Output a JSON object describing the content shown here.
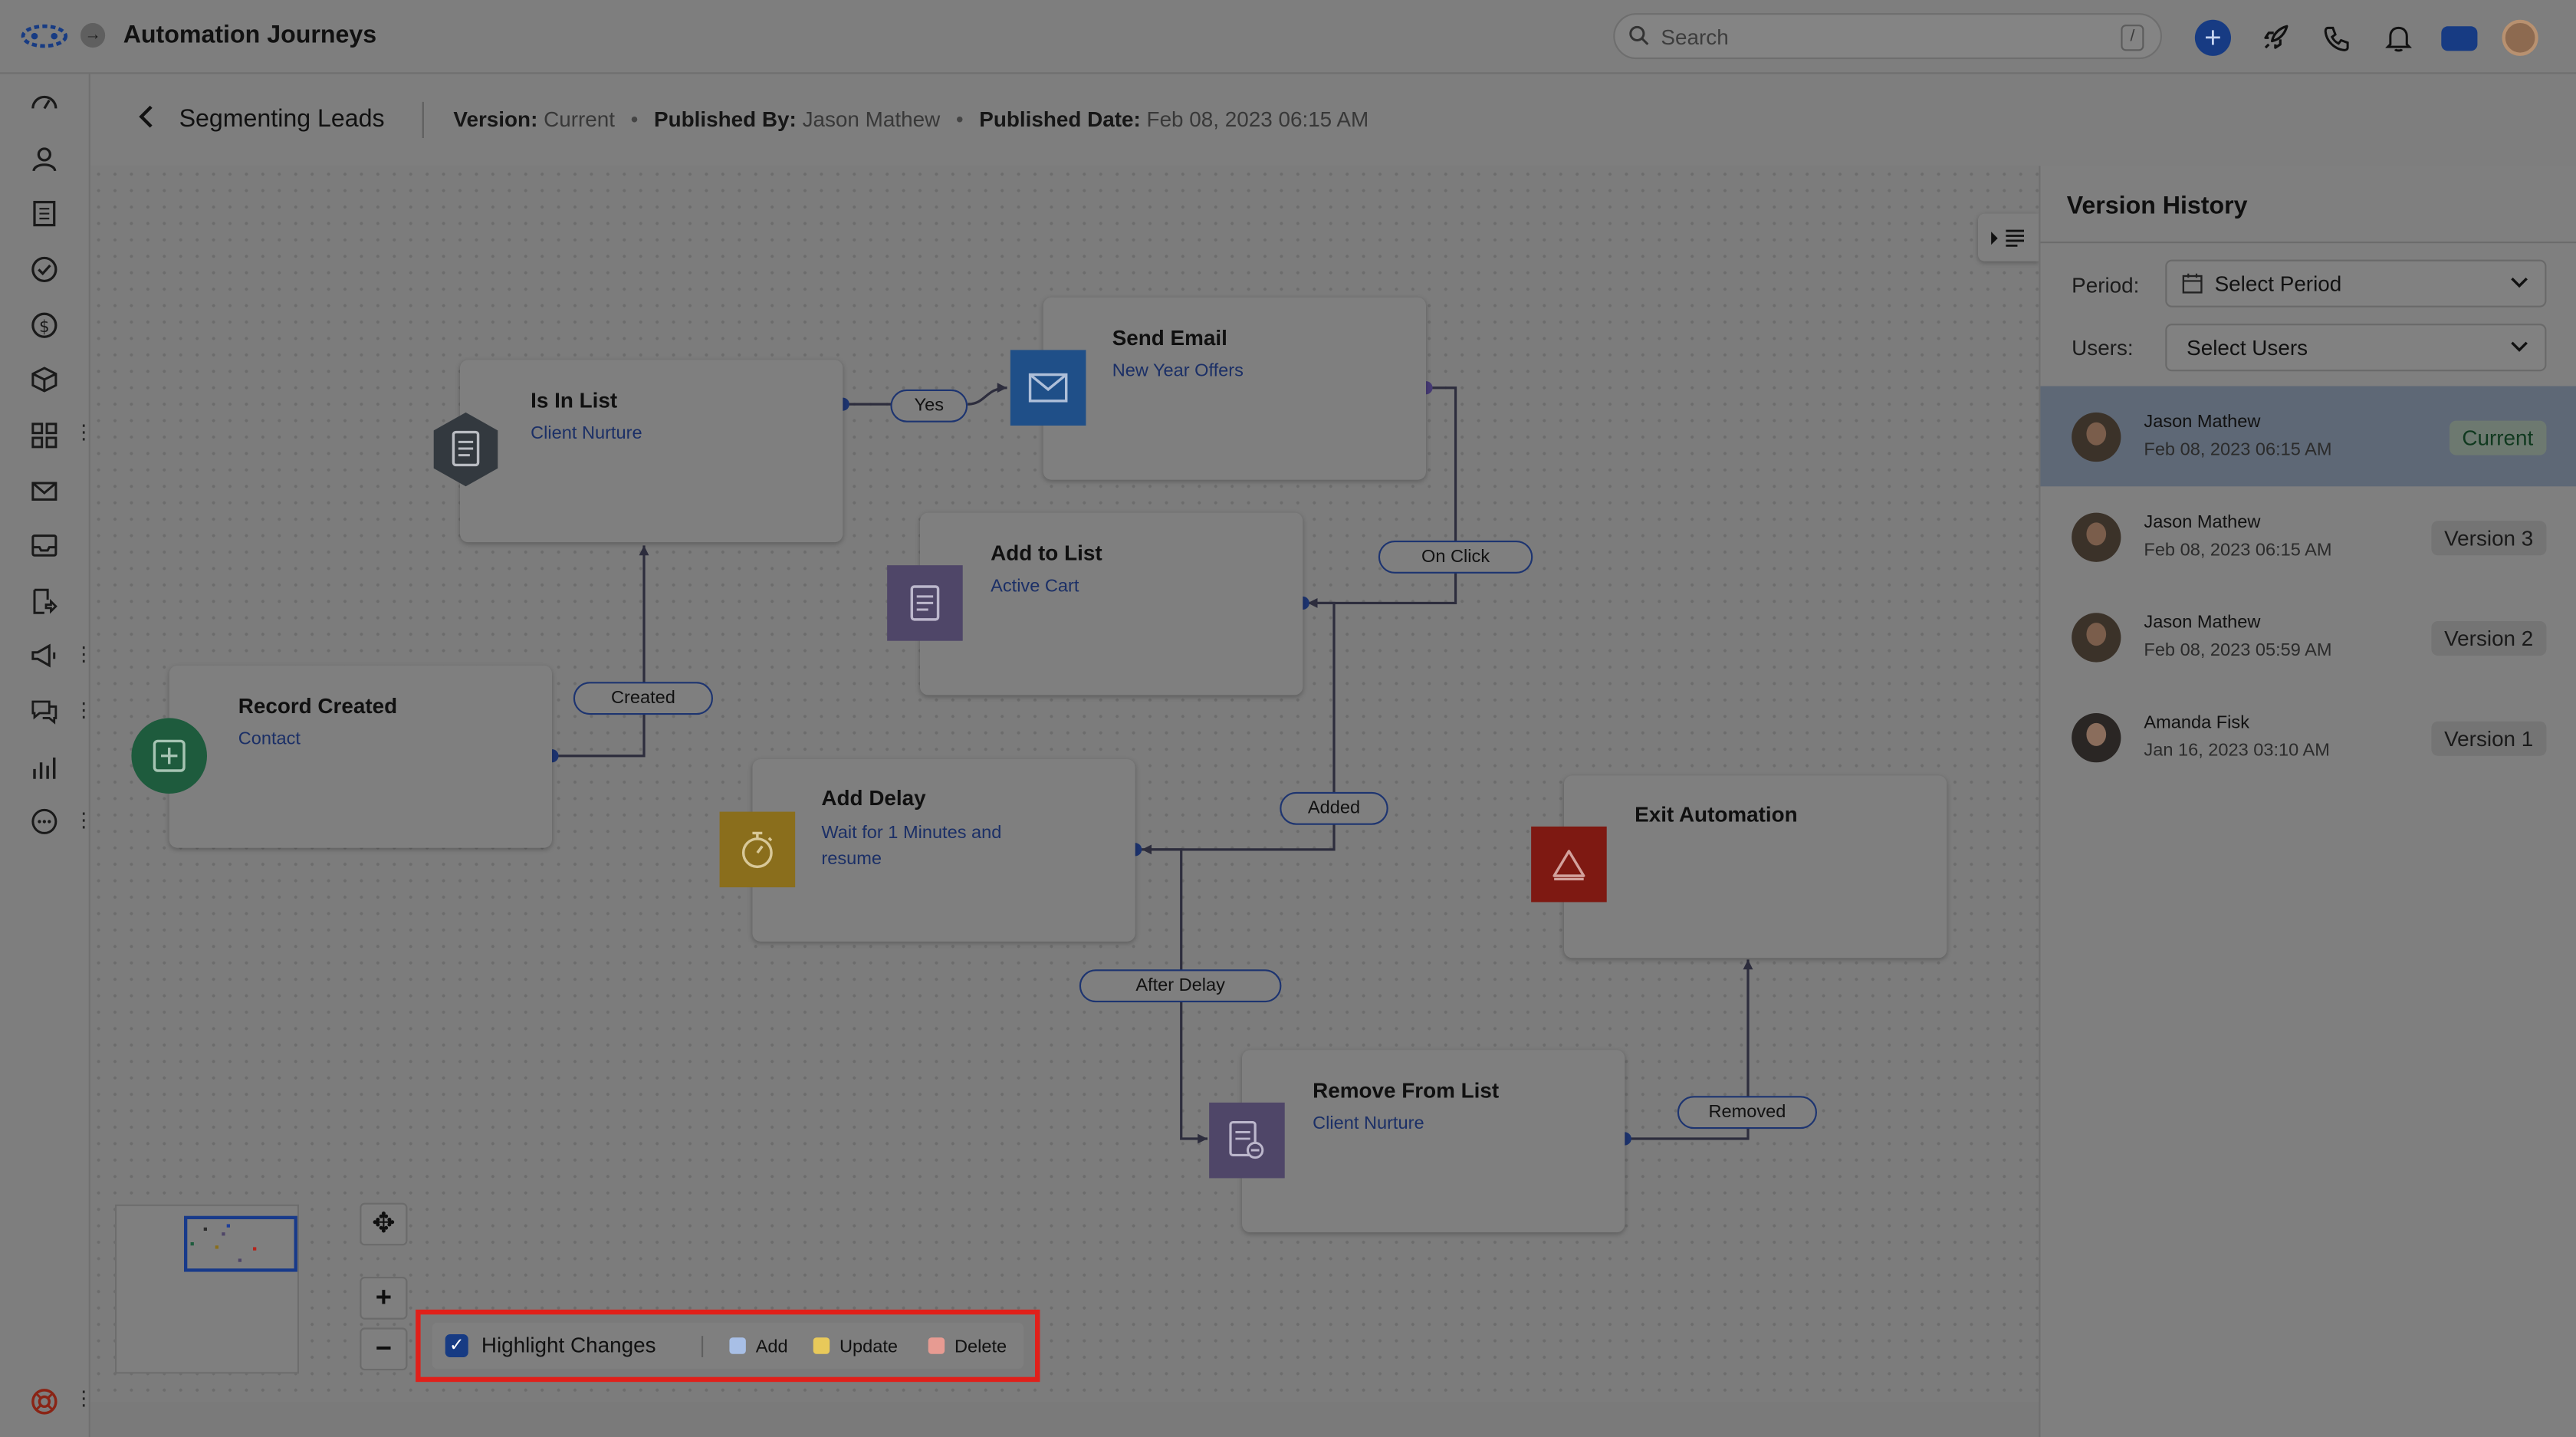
{
  "app": {
    "title": "Automation Journeys"
  },
  "search": {
    "placeholder": "Search",
    "shortcut": "/"
  },
  "header": {
    "flow_name": "Segmenting Leads",
    "version_label": "Version:",
    "version_value": "Current",
    "published_by_label": "Published By:",
    "published_by_value": "Jason Mathew",
    "published_date_label": "Published Date:",
    "published_date_value": "Feb 08, 2023 06:15 AM"
  },
  "topbar_icons": [
    "plus-icon",
    "rocket-icon",
    "phone-icon",
    "bell-icon",
    "bot-icon",
    "user-avatar"
  ],
  "sidebar_icons": [
    "dashboard-icon",
    "contacts-icon",
    "companies-icon",
    "tasks-icon",
    "deals-icon",
    "products-icon",
    "apps-icon",
    "email-icon",
    "inbox-icon",
    "journeys-icon",
    "campaigns-icon",
    "chat-icon",
    "reports-icon",
    "more-icon",
    "help-icon"
  ],
  "nodes": {
    "is_in_list": {
      "title": "Is In List",
      "sub": "Client Nurture"
    },
    "send_email": {
      "title": "Send Email",
      "sub": "New Year Offers"
    },
    "add_to_list": {
      "title": "Add to List",
      "sub": "Active Cart"
    },
    "record_created": {
      "title": "Record Created",
      "sub": "Contact"
    },
    "add_delay": {
      "title": "Add Delay",
      "sub": "Wait for 1 Minutes and resume"
    },
    "exit_automation": {
      "title": "Exit Automation"
    },
    "remove_from_list": {
      "title": "Remove From List",
      "sub": "Client Nurture"
    }
  },
  "edge_labels": {
    "yes": "Yes",
    "on_click": "On Click",
    "created": "Created",
    "added": "Added",
    "after_delay": "After Delay",
    "removed": "Removed"
  },
  "controls": {
    "move": "✥",
    "zoom_in": "+",
    "zoom_out": "−"
  },
  "highlight": {
    "label": "Highlight Changes",
    "checked": true,
    "legend": [
      {
        "label": "Add",
        "color": "#a8bfe6"
      },
      {
        "label": "Update",
        "color": "#e8c95a"
      },
      {
        "label": "Delete",
        "color": "#e79b92"
      }
    ]
  },
  "version_history": {
    "title": "Version History",
    "period_label": "Period:",
    "period_value": "Select Period",
    "users_label": "Users:",
    "users_value": "Select Users",
    "versions": [
      {
        "name": "Jason Mathew",
        "date": "Feb 08, 2023 06:15 AM",
        "badge": "Current"
      },
      {
        "name": "Jason Mathew",
        "date": "Feb 08, 2023 06:15 AM",
        "badge": "Version 3"
      },
      {
        "name": "Jason Mathew",
        "date": "Feb 08, 2023 05:59 AM",
        "badge": "Version 2"
      },
      {
        "name": "Amanda Fisk",
        "date": "Jan 16, 2023 03:10 AM",
        "badge": "Version 1"
      }
    ]
  },
  "colors": {
    "accent": "#173b83",
    "highlight_border": "#e0201a",
    "node_is_in_list": "#33393f",
    "node_send_email": "#1f4f88",
    "node_add_to_list": "#4f4668",
    "node_record_created": "#1e5b3d",
    "node_add_delay": "#8a6e1c",
    "node_exit": "#7e1912",
    "node_remove_from_list": "#4f4668"
  }
}
